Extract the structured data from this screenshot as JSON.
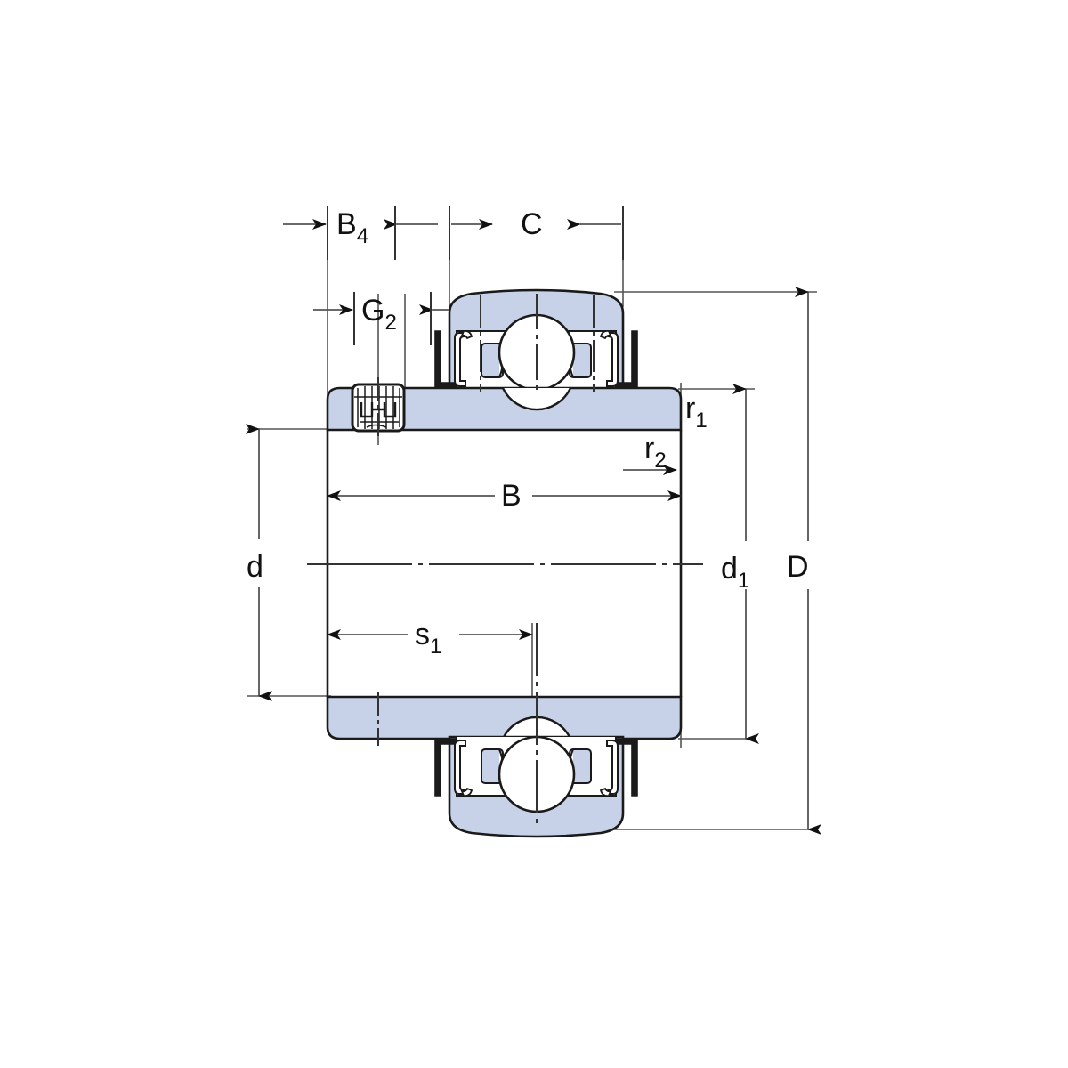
{
  "drawing": {
    "title": "Insert ball bearing cross-section",
    "type": "engineering-cross-section",
    "background_color": "#ffffff",
    "fill_color": "#c7d2e8",
    "line_color": "#1a1a1a",
    "dim_line_color": "#555555",
    "centerline_color": "#333333"
  },
  "dimensions": {
    "b4": {
      "label": "B",
      "sub": "4"
    },
    "g2": {
      "label": "G",
      "sub": "2"
    },
    "c": {
      "label": "C",
      "sub": ""
    },
    "b": {
      "label": "B",
      "sub": ""
    },
    "s1": {
      "label": "s",
      "sub": "1"
    },
    "d": {
      "label": "d",
      "sub": ""
    },
    "d1": {
      "label": "d",
      "sub": "1"
    },
    "dd": {
      "label": "D",
      "sub": ""
    },
    "r1": {
      "label": "r",
      "sub": "1"
    },
    "r2": {
      "label": "r",
      "sub": "2"
    }
  },
  "components": {
    "inner_ring": "inner-ring",
    "outer_ring": "outer-ring",
    "ball": "rolling-ball",
    "seal": "seal-shield",
    "grub_screw": "grub-screw",
    "centerline": "axis-centerline"
  }
}
